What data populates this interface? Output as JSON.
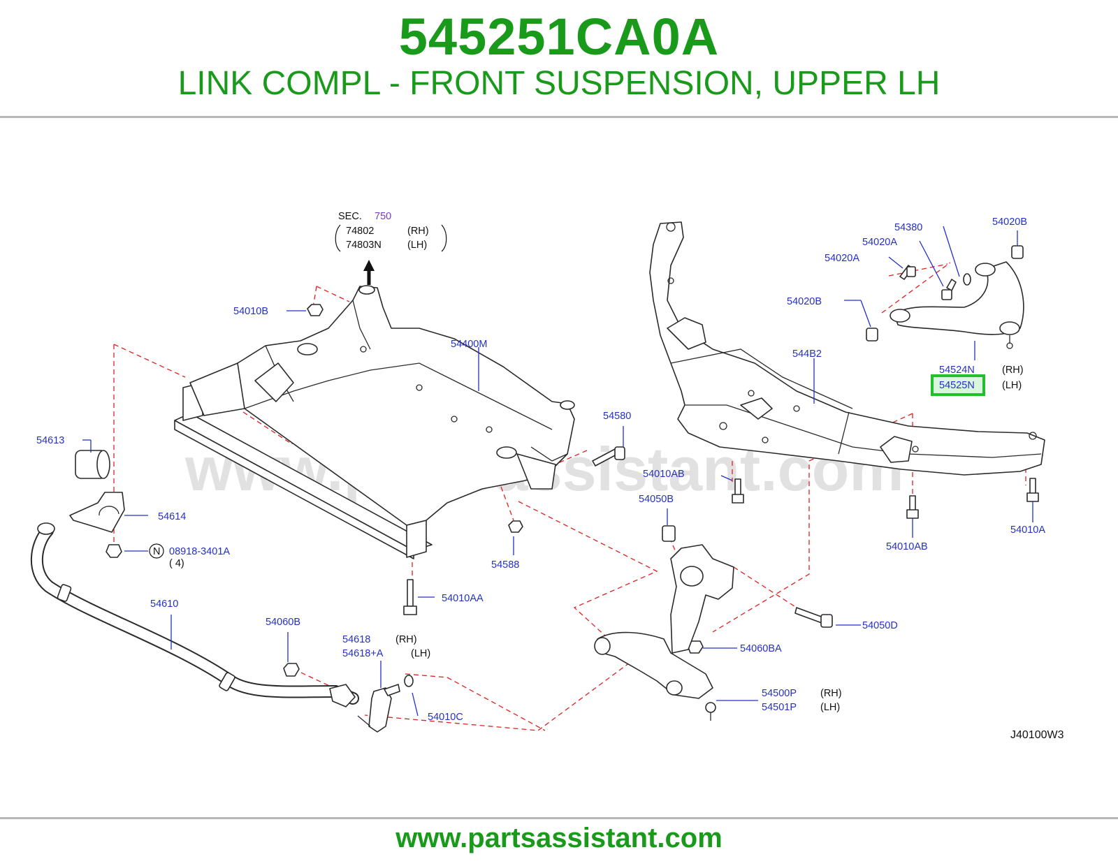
{
  "header": {
    "part_number": "545251CA0A",
    "description": "LINK COMPL - FRONT SUSPENSION, UPPER LH"
  },
  "footer": {
    "url": "www.partsassistant.com"
  },
  "diagram": {
    "watermark": "www.partsassistant.com",
    "code": "J40100W3",
    "sec_ref": {
      "prefix": "SEC.",
      "number": "750"
    },
    "labels": {
      "p74802": "74802",
      "p74803N": "74803N",
      "p54010B": "54010B",
      "p54400M": "54400M",
      "p54613": "54613",
      "p54614": "54614",
      "p08918": "08918-3401A",
      "qty4": "( 4)",
      "nut_symbol": "N",
      "p54610": "54610",
      "p54580": "54580",
      "p54588": "54588",
      "p54010AA": "54010AA",
      "p54060B": "54060B",
      "p54618": "54618",
      "p54618A": "54618+A",
      "p54010C": "54010C",
      "p54380": "54380",
      "p54020B_top": "54020B",
      "p54020A_1": "54020A",
      "p54020A_2": "54020A",
      "p54020B_left": "54020B",
      "p544B2": "544B2",
      "p54524N": "54524N",
      "p54525N": "54525N",
      "p54010AB_1": "54010AB",
      "p54010AB_2": "54010AB",
      "p54010A": "54010A",
      "p54050B": "54050B",
      "p54050D": "54050D",
      "p54060BA": "54060BA",
      "p54500P": "54500P",
      "p54501P": "54501P",
      "rh": "(RH)",
      "lh": "(LH)"
    },
    "highlight": {
      "part": "54525N",
      "color": "#22c02a"
    }
  }
}
